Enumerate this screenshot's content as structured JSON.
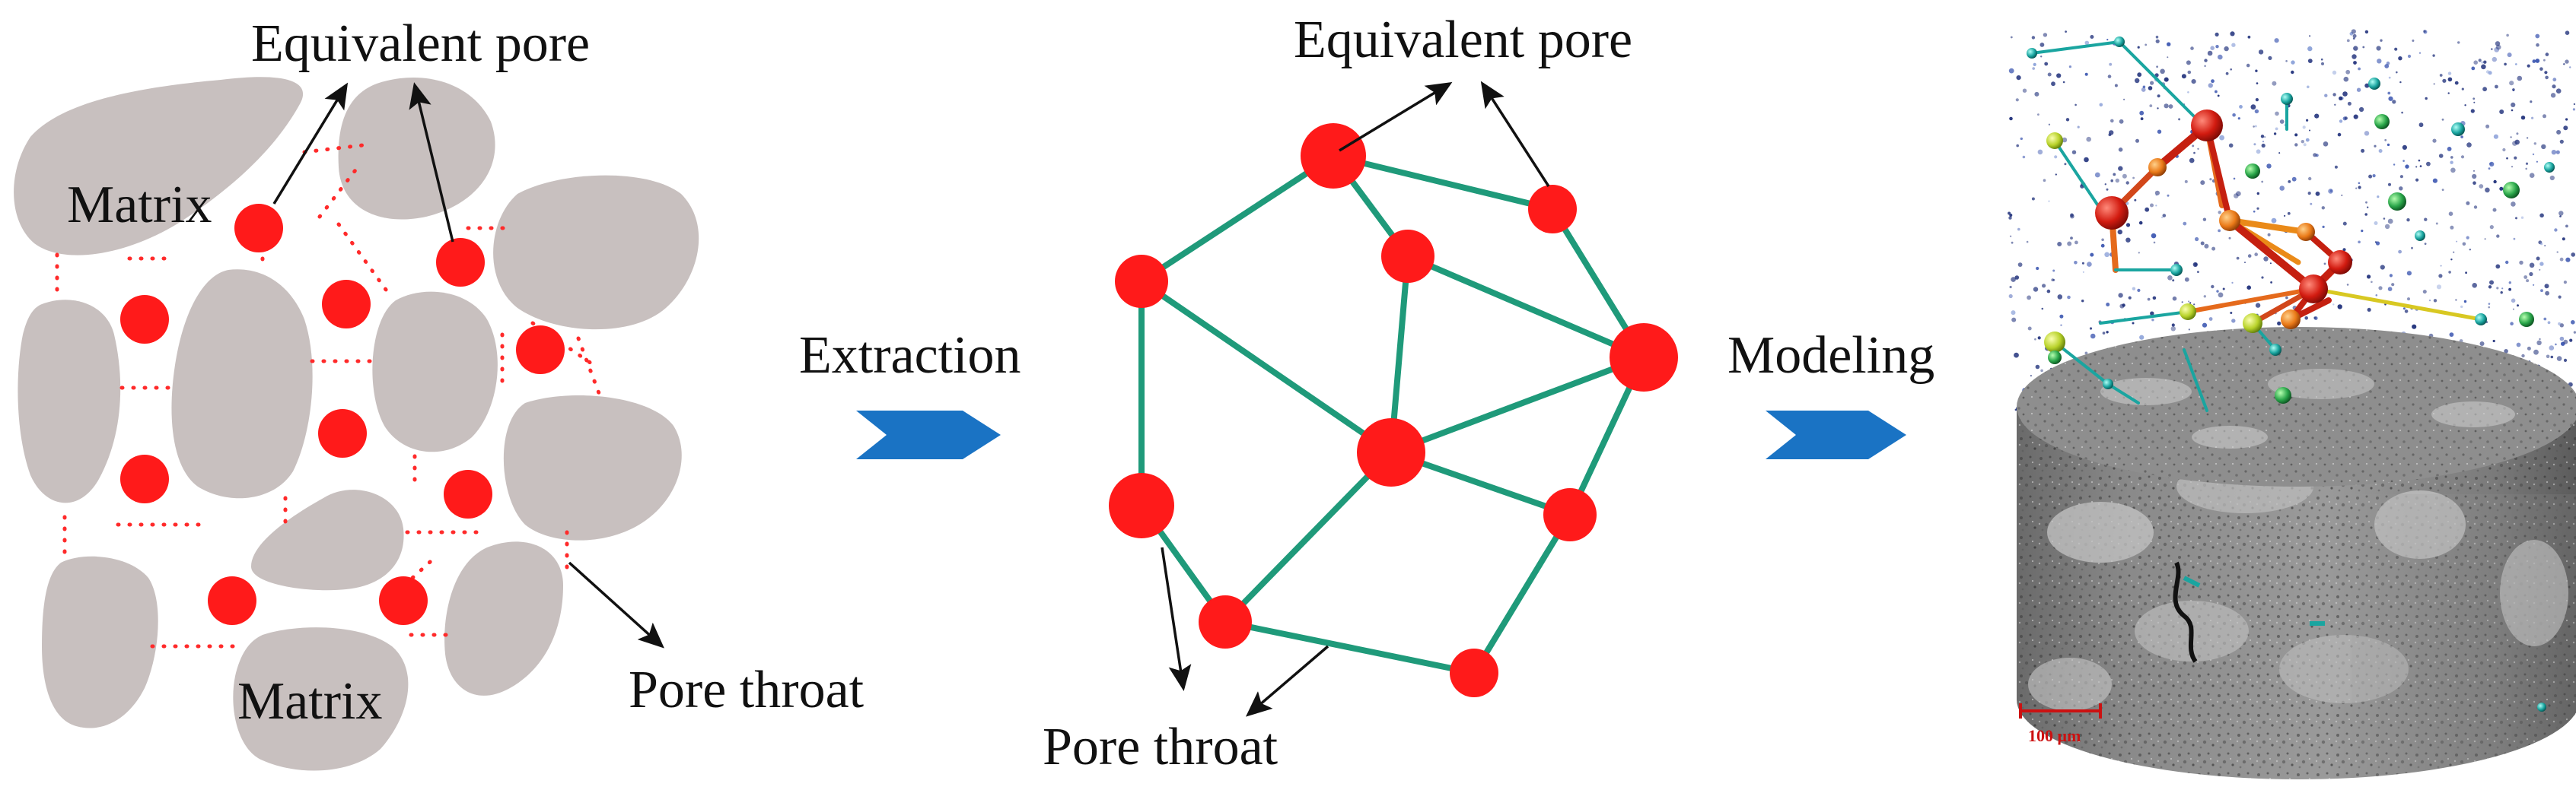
{
  "panel_left": {
    "label_equivalent_pore": "Equivalent pore",
    "label_matrix_top": "Matrix",
    "label_matrix_bottom": "Matrix",
    "label_pore_throat": "Pore throat"
  },
  "step_extraction": {
    "label": "Extraction"
  },
  "panel_middle": {
    "label_equivalent_pore": "Equivalent pore",
    "label_pore_throat": "Pore throat"
  },
  "step_modeling": {
    "label": "Modeling"
  },
  "panel_right": {
    "scale_bar_label": "100 μm"
  },
  "colors": {
    "pore": "#ff1a1a",
    "throat_dots": "#ff2a2a",
    "matrix": "#c8c0bf",
    "network_edge": "#1f9a7a",
    "step_arrow": "#1a73c4",
    "pointer_arrow": "#111111",
    "scale_bar": "#cc1111"
  },
  "icons": [
    "chevron-arrow-extraction-icon",
    "chevron-arrow-modeling-icon"
  ]
}
